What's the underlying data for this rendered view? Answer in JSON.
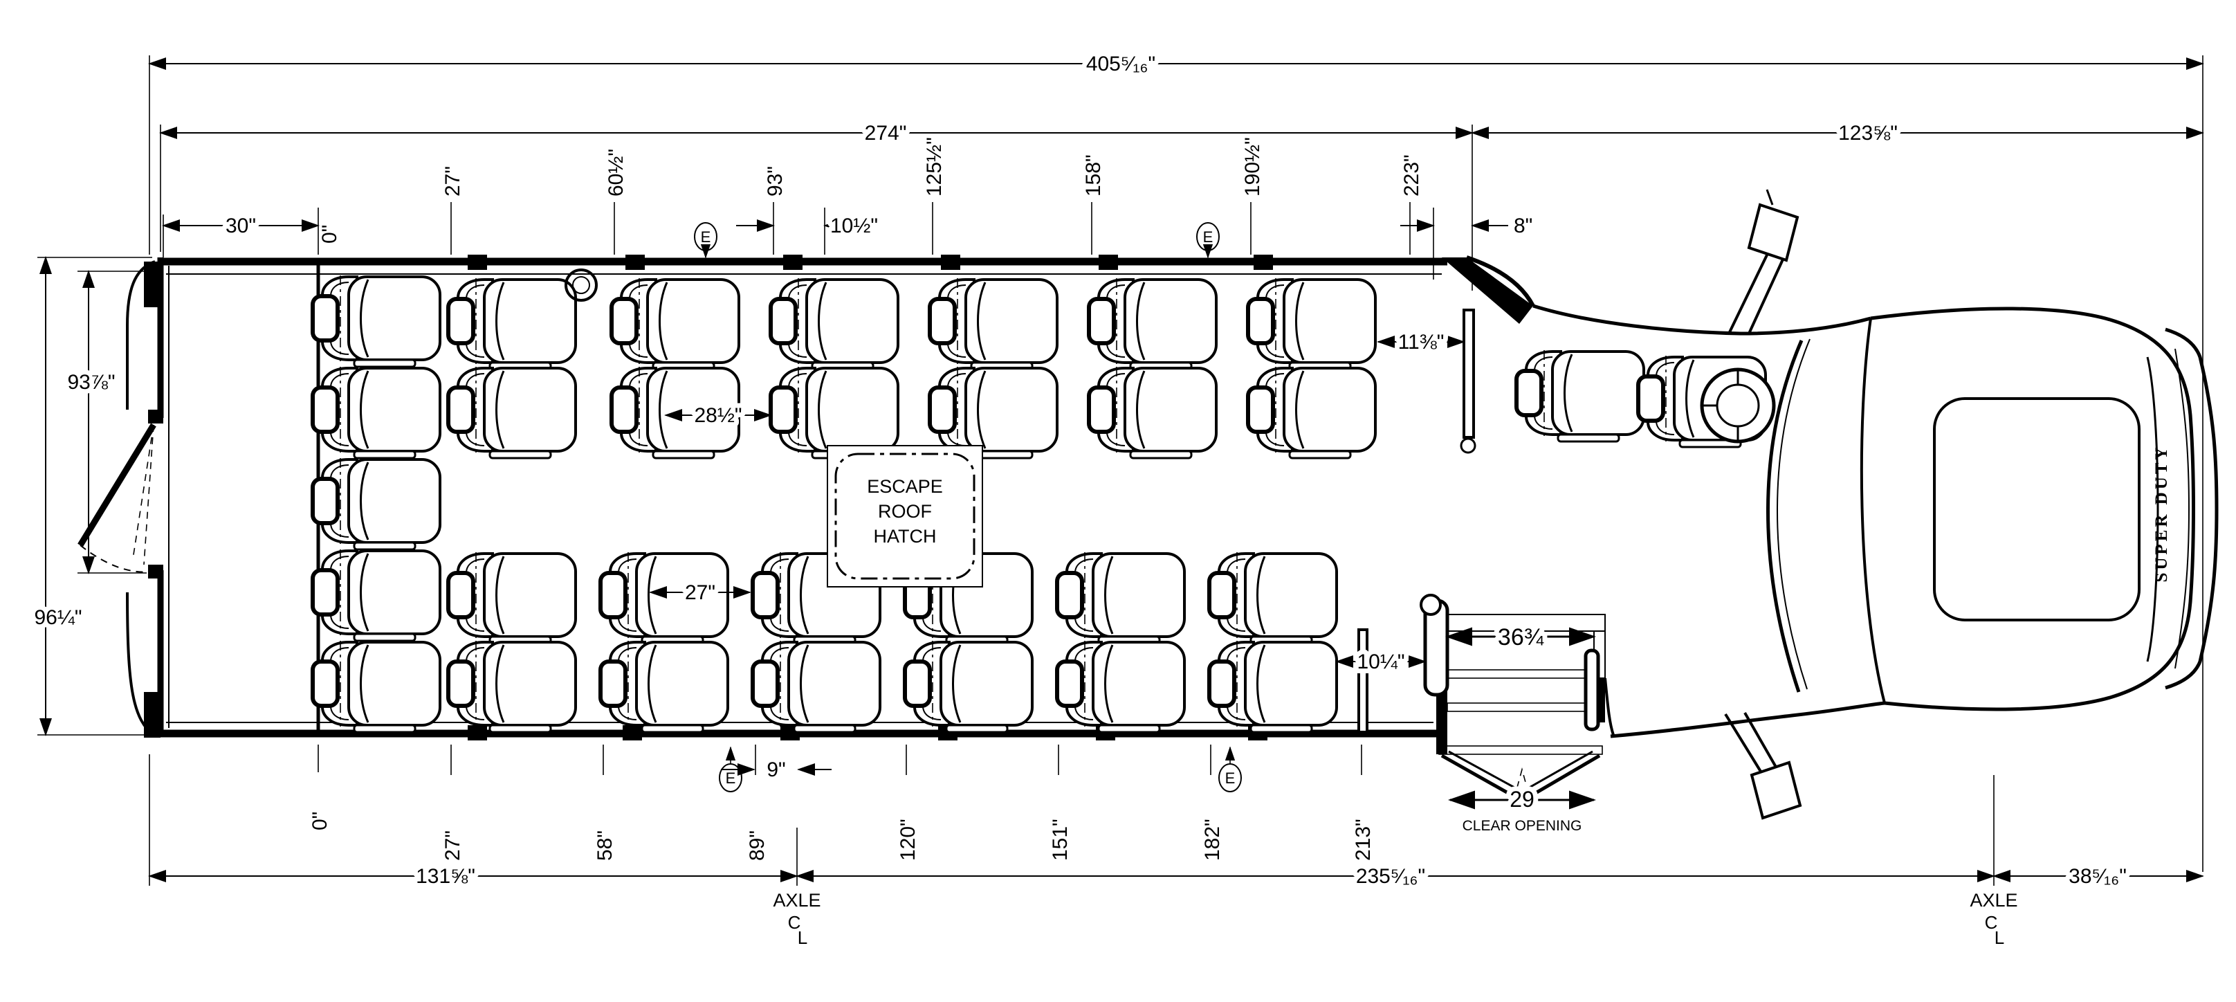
{
  "dims": {
    "overall": "405⁵⁄₁₆\"",
    "mid": "274\"",
    "front": "123⅝\"",
    "rear30": "30\"",
    "zero": "0\"",
    "top_ords": [
      "27\"",
      "60½\"",
      "93\"",
      "125½\"",
      "158\"",
      "190½\"",
      "223\""
    ],
    "gap10h": "10½\"",
    "gap8": "8\"",
    "w937": "93⅞\"",
    "w964": "96¼\"",
    "gap113": "11⅜\"",
    "knee285": "28½\"",
    "knee27": "27\"",
    "gap104": "10¼\"",
    "step": "36¾",
    "bot_ords": [
      "27\"",
      "58\"",
      "89\"",
      "120\"",
      "151\"",
      "182\"",
      "213\""
    ],
    "gap9": "9\"",
    "open29": "29",
    "clear": "CLEAR OPENING",
    "wb_rear": "131⅝\"",
    "wb": "235⁵⁄₁₆\"",
    "front_oh": "38⁵⁄₁₆\"",
    "axle": "AXLE",
    "clc": "C",
    "cll": "L"
  },
  "ann": {
    "hatch1": "ESCAPE",
    "hatch2": "ROOF",
    "hatch3": "HATCH",
    "e": "E",
    "brand": "SUPER DUTY"
  }
}
